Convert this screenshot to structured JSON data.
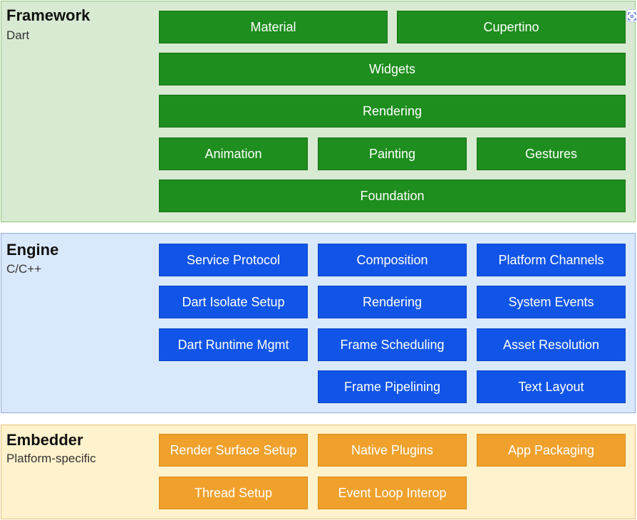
{
  "framework": {
    "title": "Framework",
    "subtitle": "Dart",
    "rows": [
      [
        "Material",
        "Cupertino"
      ],
      [
        "Widgets"
      ],
      [
        "Rendering"
      ],
      [
        "Animation",
        "Painting",
        "Gestures"
      ],
      [
        "Foundation"
      ]
    ]
  },
  "engine": {
    "title": "Engine",
    "subtitle": "C/C++",
    "columns": [
      [
        "Service Protocol",
        "Dart Isolate Setup",
        "Dart Runtime Mgmt"
      ],
      [
        "Composition",
        "Rendering",
        "Frame Scheduling",
        "Frame Pipelining"
      ],
      [
        "Platform Channels",
        "System Events",
        "Asset Resolution",
        "Text Layout"
      ]
    ]
  },
  "embedder": {
    "title": "Embedder",
    "subtitle": "Platform-specific",
    "columns": [
      [
        "Render Surface Setup",
        "Thread Setup"
      ],
      [
        "Native Plugins",
        "Event Loop Interop"
      ],
      [
        "App Packaging"
      ]
    ]
  },
  "colors": {
    "framework_box": "#1e8e1e",
    "engine_box": "#1155e8",
    "embedder_box": "#f0a12c"
  },
  "icons": {
    "corner": "screenshot-capture-icon"
  }
}
